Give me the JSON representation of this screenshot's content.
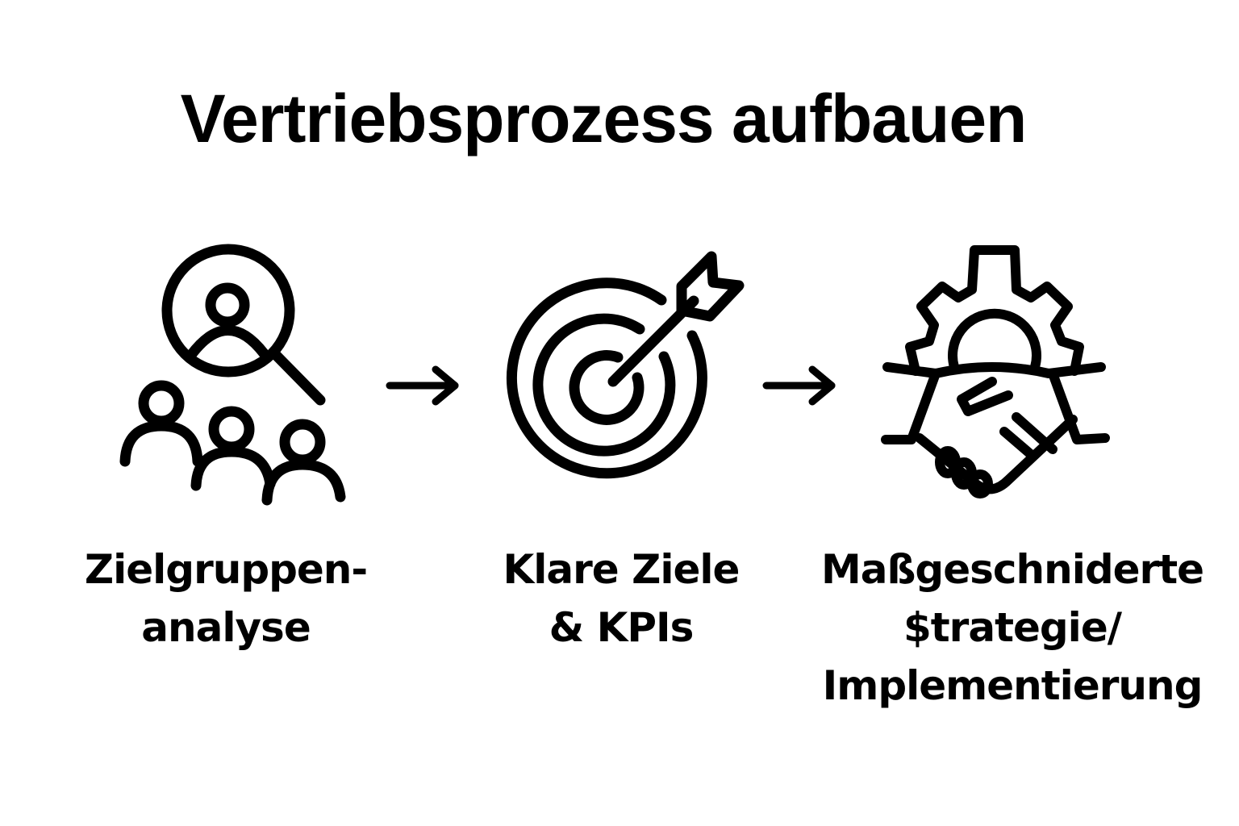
{
  "title": "Vertriebsprozess aufbauen",
  "colors": {
    "background": "#ffffff",
    "foreground": "#000000"
  },
  "steps": [
    {
      "icon": "target-audience-search-icon",
      "line1": "Zielgruppen-",
      "line2": "analyse",
      "line3": ""
    },
    {
      "icon": "target-arrow-icon",
      "line1": "Klare Ziele",
      "line2": "& KPIs",
      "line3": ""
    },
    {
      "icon": "gear-handshake-icon",
      "line1": "Maßgeschniderte",
      "line2": "$trategie/",
      "line3": "Implementierung"
    }
  ],
  "connectors": [
    {
      "icon": "arrow-right-icon"
    },
    {
      "icon": "arrow-right-icon"
    }
  ]
}
